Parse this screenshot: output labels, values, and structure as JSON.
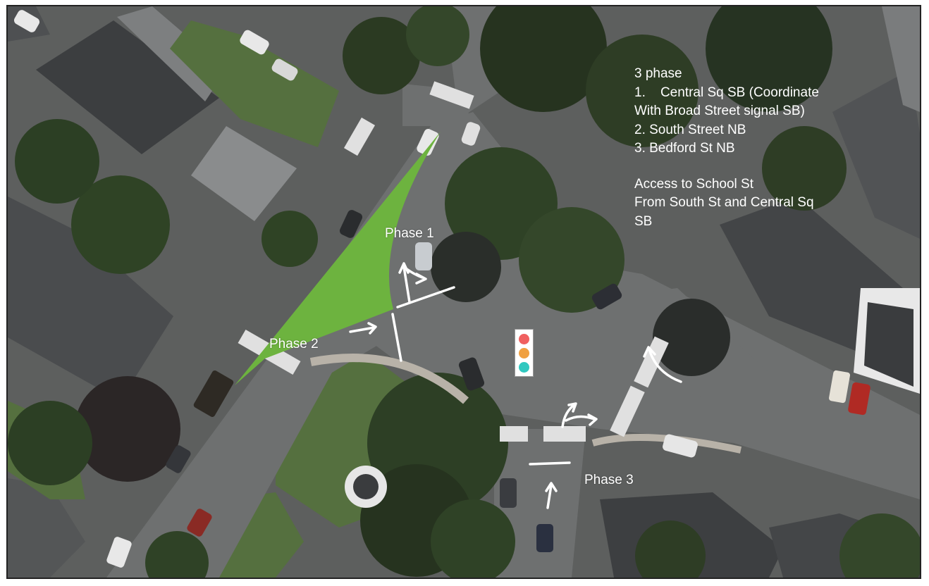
{
  "map": {
    "colors": {
      "phase_zone": "#6db33f",
      "markings": "#ffffff",
      "signal_red": "#f06060",
      "signal_amber": "#f0a040",
      "signal_green": "#30c8c0"
    },
    "phase_labels": {
      "phase1": "Phase 1",
      "phase2": "Phase 2",
      "phase3": "Phase 3"
    },
    "info": {
      "heading": "3 phase",
      "line1": "1.    Central Sq SB (Coordinate",
      "line2": "With Broad Street signal SB)",
      "line3": "2. South Street NB",
      "line4": "3. Bedford St NB",
      "access1": "Access to School St",
      "access2": "From South St and Central Sq",
      "access3": "SB"
    },
    "icons": [
      "traffic-light-icon",
      "arrow-icon",
      "turn-arrow-icon"
    ]
  }
}
